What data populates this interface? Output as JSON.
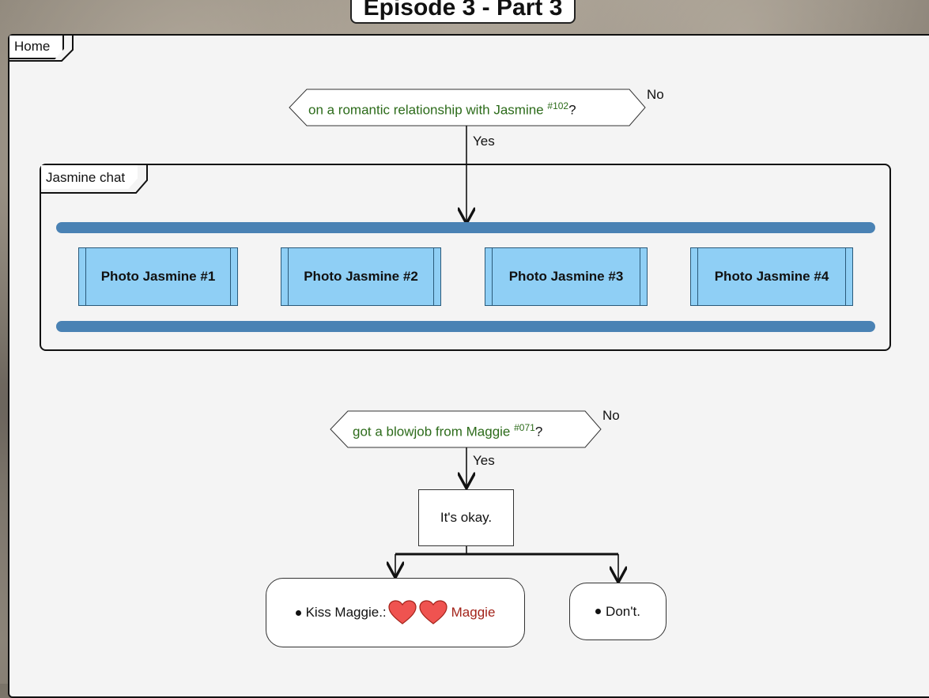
{
  "episode_title": "Episode 3 - Part 3",
  "frames": {
    "home_label": "Home",
    "jasmine_chat_label": "Jasmine chat"
  },
  "condition1": {
    "text": "on a romantic relationship with Jasmine",
    "ref": "#102",
    "suffix": "?",
    "yes_label": "Yes",
    "no_label": "No"
  },
  "photos": [
    "Photo Jasmine #1",
    "Photo Jasmine #2",
    "Photo Jasmine #3",
    "Photo Jasmine #4"
  ],
  "condition2": {
    "text": "got a blowjob from Maggie",
    "ref": "#071",
    "suffix": "?",
    "yes_label": "Yes",
    "no_label": "No"
  },
  "statement": "It's okay.",
  "choices": {
    "kiss_label": "Kiss Maggie.:",
    "kiss_character": "Maggie",
    "kiss_hearts": 2,
    "dont_label": "Don't."
  },
  "colors": {
    "bar": "#4a82b4",
    "photo_box": "#8fcff5",
    "condition_text": "#2c6b1a",
    "heart": "#ef5350",
    "character_name": "#a3231a"
  }
}
